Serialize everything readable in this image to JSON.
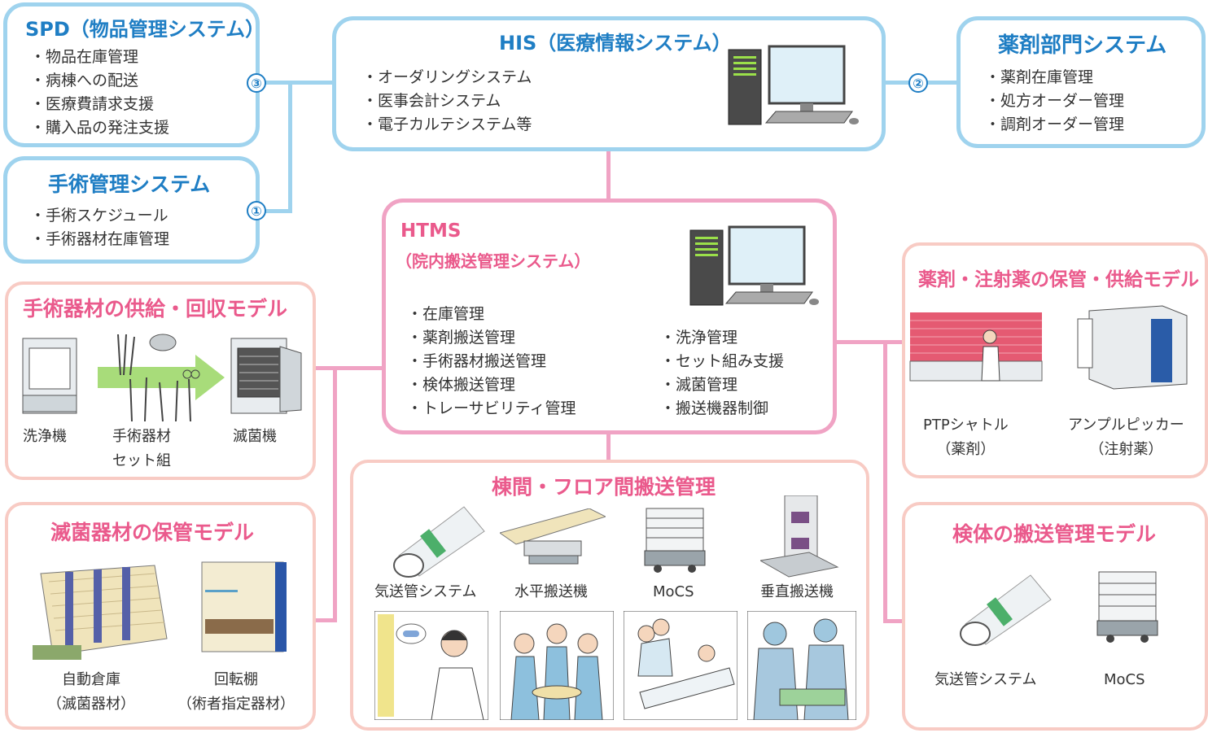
{
  "spd": {
    "title": "SPD（物品管理システム）",
    "items": [
      "・物品在庫管理",
      "・病棟への配送",
      "・医療費請求支援",
      "・購入品の発注支援"
    ],
    "link_number": "③"
  },
  "surgery_mgmt": {
    "title": "手術管理システム",
    "items": [
      "・手術スケジュール",
      "・手術器材在庫管理"
    ],
    "link_number": "①"
  },
  "his": {
    "title": "HIS（医療情報システム）",
    "items": [
      "・オーダリングシステム",
      "・医事会計システム",
      "・電子カルテシステム等"
    ]
  },
  "pharmacy_system": {
    "title": "薬剤部門システム",
    "items": [
      "・薬剤在庫管理",
      "・処方オーダー管理",
      "・調剤オーダー管理"
    ],
    "link_number": "②"
  },
  "htms": {
    "title": "HTMS",
    "subtitle": "（院内搬送管理システム）",
    "items_left": [
      "・在庫管理",
      "・薬剤搬送管理",
      "・手術器材搬送管理",
      "・検体搬送管理",
      "・トレーサビリティ管理"
    ],
    "items_right": [
      "・洗浄管理",
      "・セット組み支援",
      "・滅菌管理",
      "・搬送機器制御"
    ]
  },
  "instrument_model": {
    "title": "手術器材の供給・回収モデル",
    "captions": [
      "洗浄機",
      "手術器材\nセット組",
      "滅菌機"
    ]
  },
  "sterile_storage_model": {
    "title": "滅菌器材の保管モデル",
    "captions": [
      "自動倉庫\n（滅菌器材）",
      "回転棚\n（術者指定器材）"
    ]
  },
  "transport_mgmt": {
    "title": "棟間・フロア間搬送管理",
    "captions": [
      "気送管システム",
      "水平搬送機",
      "MoCS",
      "垂直搬送機"
    ]
  },
  "drug_model": {
    "title": "薬剤・注射薬の保管・供給モデル",
    "captions": [
      "PTPシャトル\n（薬剤）",
      "アンプルピッカー\n（注射薬）"
    ]
  },
  "specimen_model": {
    "title": "検体の搬送管理モデル",
    "captions": [
      "気送管システム",
      "MoCS"
    ]
  },
  "colors": {
    "blue_frame": "#9fd3ee",
    "blue_title": "#1f7ec4",
    "pink_frame": "#f0a3c4",
    "pink_title": "#ea5a8c",
    "peach_frame": "#f8cbc4"
  }
}
